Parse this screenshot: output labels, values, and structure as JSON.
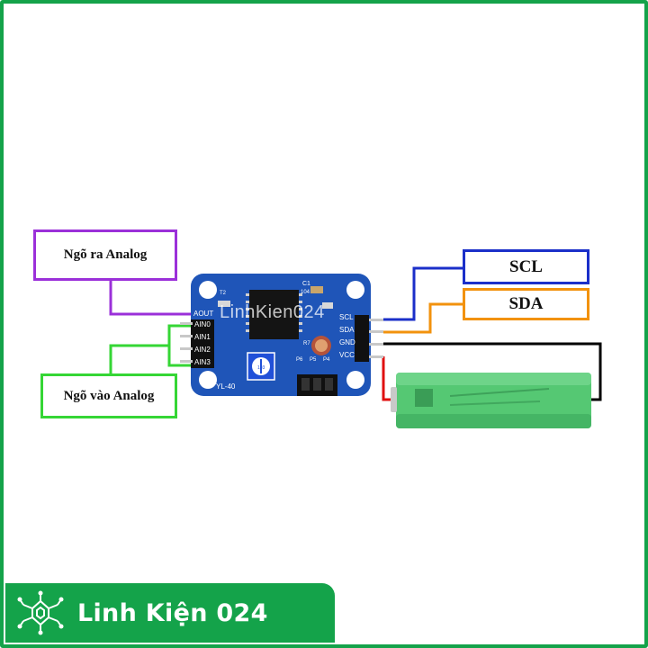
{
  "callouts": {
    "analog_out": "Ngõ ra Analog",
    "analog_in": "Ngõ vào Analog",
    "scl": "SCL",
    "sda": "SDA"
  },
  "board": {
    "model": "YL-40",
    "pins_left": [
      "AOUT",
      "AIN0",
      "AIN1",
      "AIN2",
      "AIN3"
    ],
    "pins_right": [
      "SCL",
      "SDA",
      "GND",
      "VCC"
    ],
    "markings": {
      "capacitor": "C1",
      "cap_value": "104",
      "resistor": "R7",
      "jumpers": [
        "P6",
        "P5",
        "P4"
      ],
      "pot_value": "103",
      "t2": "T2"
    }
  },
  "watermark": "LinhKien024",
  "brand": {
    "name": "Linh Kiện 024",
    "logo_icon": "chip-icon"
  },
  "colors": {
    "frame": "#14a34a",
    "analog_out": "#9b30d9",
    "analog_in": "#35d635",
    "scl": "#1b2fc9",
    "sda": "#f2920d",
    "gnd": "#000000",
    "vcc": "#e01010",
    "board": "#1f55b8",
    "battery": "#55c873"
  }
}
